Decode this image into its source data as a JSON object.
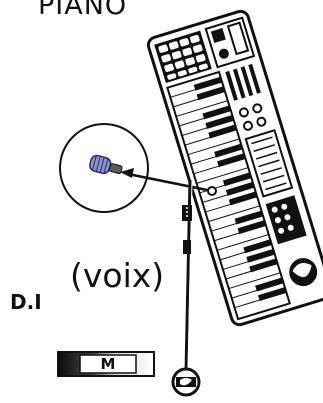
{
  "labels": {
    "piano": "PIANO",
    "di": "D.I",
    "voix": "(voix)",
    "monitor": "M"
  },
  "icons": [
    "keyboard-icon",
    "microphone-icon",
    "mic-stand-icon",
    "monitor-wedge-icon"
  ],
  "colors": {
    "ink": "#111111",
    "background": "#ffffff"
  }
}
